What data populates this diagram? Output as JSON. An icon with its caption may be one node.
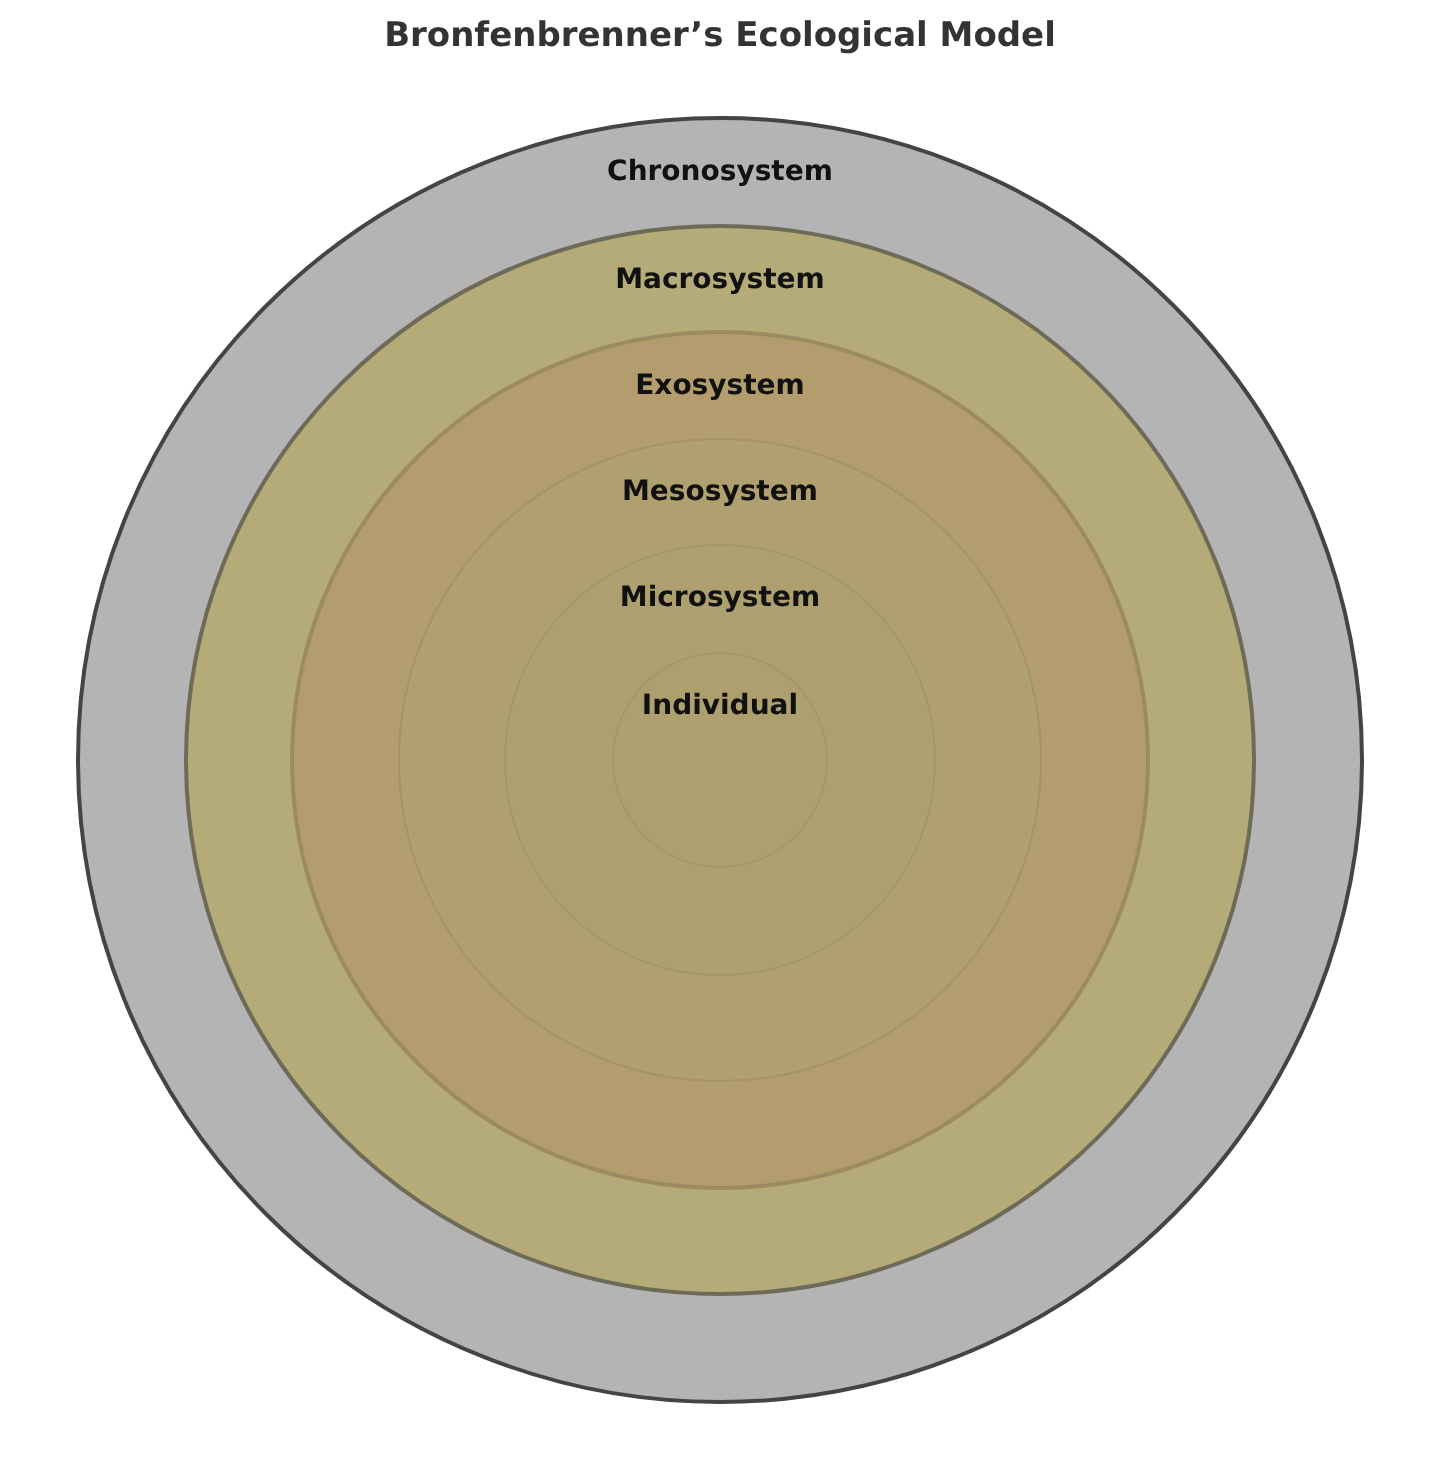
{
  "diagram": {
    "title": "Bronfenbrenner’s Ecological Model",
    "nodes": [
      {
        "text": [
          "Chronosystem"
        ]
      },
      {
        "text": [
          "Macrosystem"
        ],
        "in": 0
      },
      {
        "text": [
          "Exosystem"
        ],
        "in": 1
      },
      {
        "text": [
          "Mesosystem"
        ],
        "in": 2
      },
      {
        "text": [
          "Microsystem"
        ],
        "in": 3
      },
      {
        "text": [
          "Individual"
        ],
        "in": 4
      }
    ]
  }
}
